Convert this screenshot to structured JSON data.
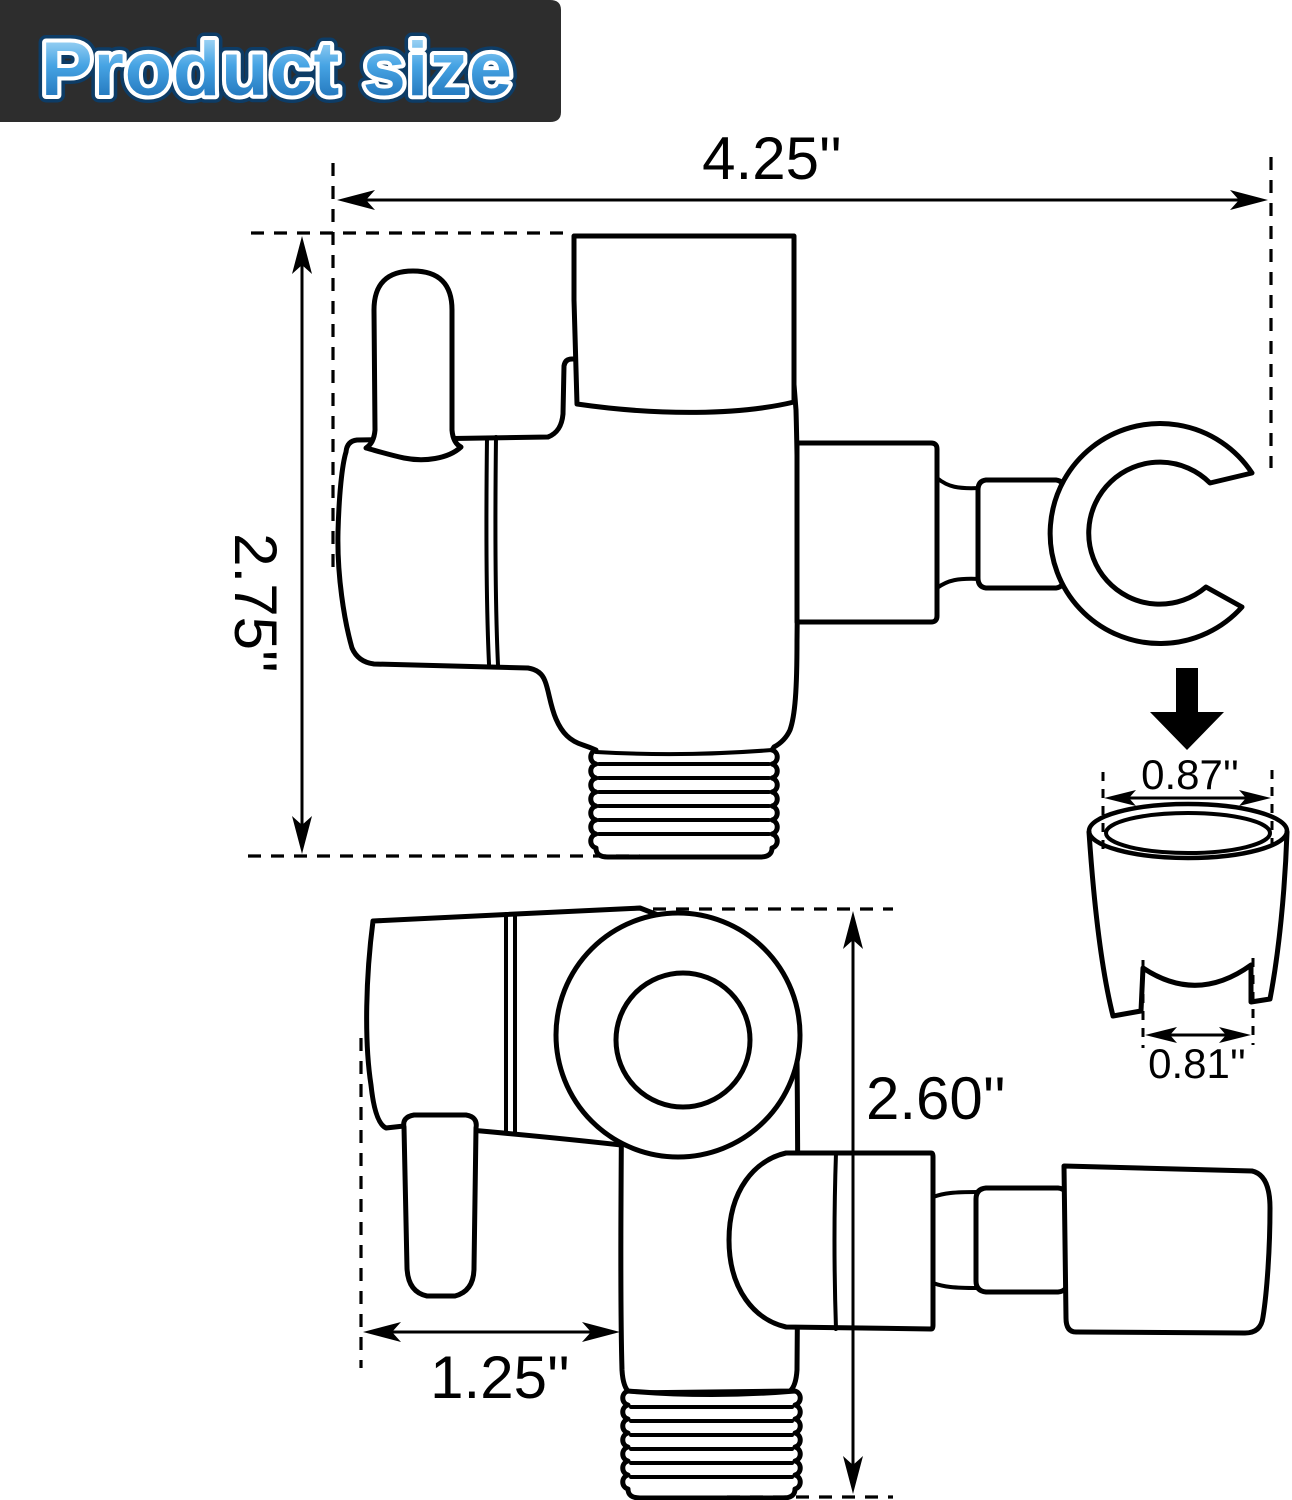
{
  "banner": {
    "title": "Product size",
    "bg": "#2d2d2d",
    "outline_dark": "#0d3c66",
    "outline_light": "#ffffff",
    "gradient": [
      "#c3e8fb",
      "#47a4e4",
      "#1465ad"
    ]
  },
  "line_color": "#000000",
  "top_view": {
    "width_label": "4.25''",
    "height_label": "2.75''"
  },
  "holder_detail": {
    "top_width_label": "0.87''",
    "bottom_width_label": "0.81''"
  },
  "bottom_view": {
    "height_label": "2.60''",
    "handle_width_label": "1.25''"
  }
}
